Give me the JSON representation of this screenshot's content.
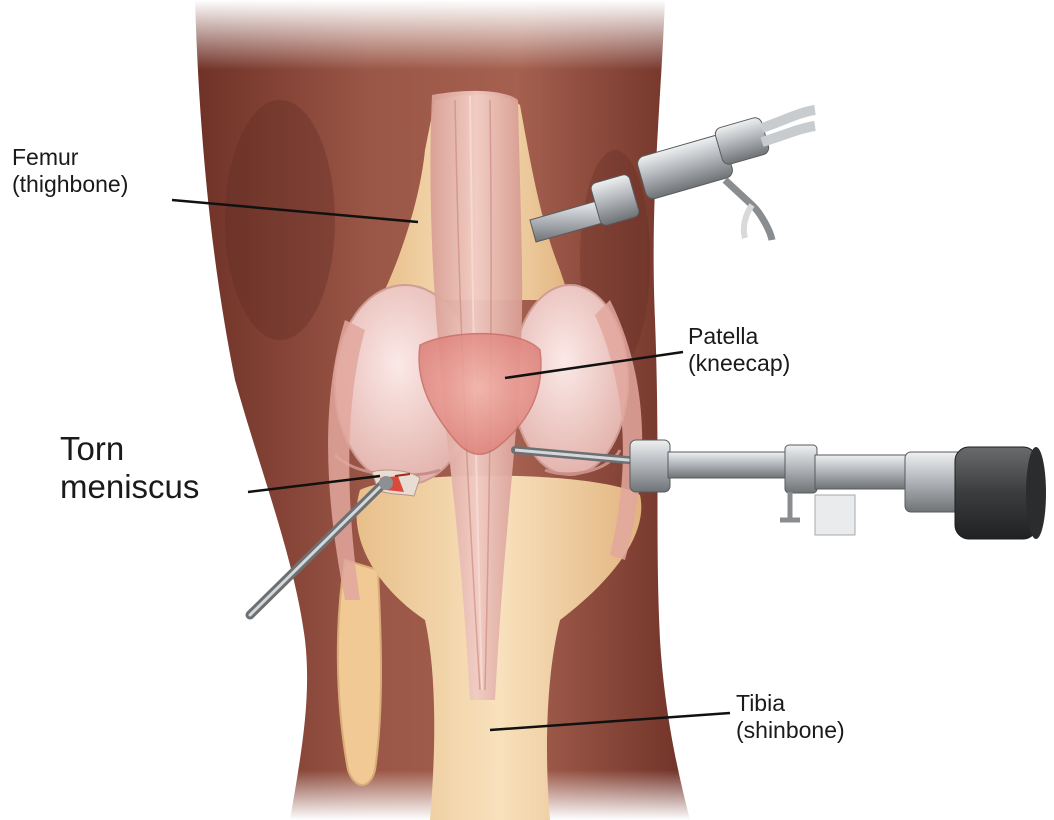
{
  "labels": {
    "femur": {
      "line1": "Femur",
      "line2": "(thighbone)"
    },
    "patella": {
      "line1": "Patella",
      "line2": "(kneecap)"
    },
    "torn_meniscus": {
      "line1": "Torn",
      "line2": "meniscus"
    },
    "tibia": {
      "line1": "Tibia",
      "line2": "(shinbone)"
    }
  },
  "colors": {
    "skin": "#8f4a3c",
    "bone": "#f0cfa2",
    "tendon": "#e6b7ae",
    "condyle": "#f3d6d3",
    "patella": "#e48f8a",
    "tear": "#d94a3c",
    "instrument": "#b9bcbf",
    "scope_cap": "#3f4042",
    "leader": "#111111"
  },
  "icons": [
    "arthroscope-icon",
    "probe-instrument-icon",
    "cannula-icon"
  ]
}
